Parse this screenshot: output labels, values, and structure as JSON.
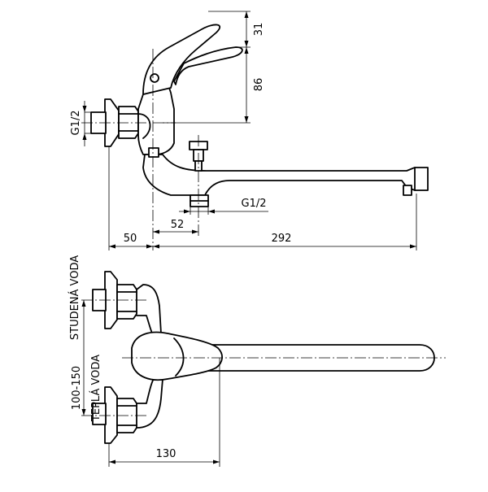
{
  "dimensions": {
    "top_31": "31",
    "top_86": "86",
    "g12_left": "G1/2",
    "g12_bottom": "G1/2",
    "d52": "52",
    "d50": "50",
    "d292": "292",
    "d130": "130",
    "d100_150": "100-150"
  },
  "labels": {
    "cold": "STUDENÁ VODA",
    "warm": "TEPLÁ VODA"
  }
}
